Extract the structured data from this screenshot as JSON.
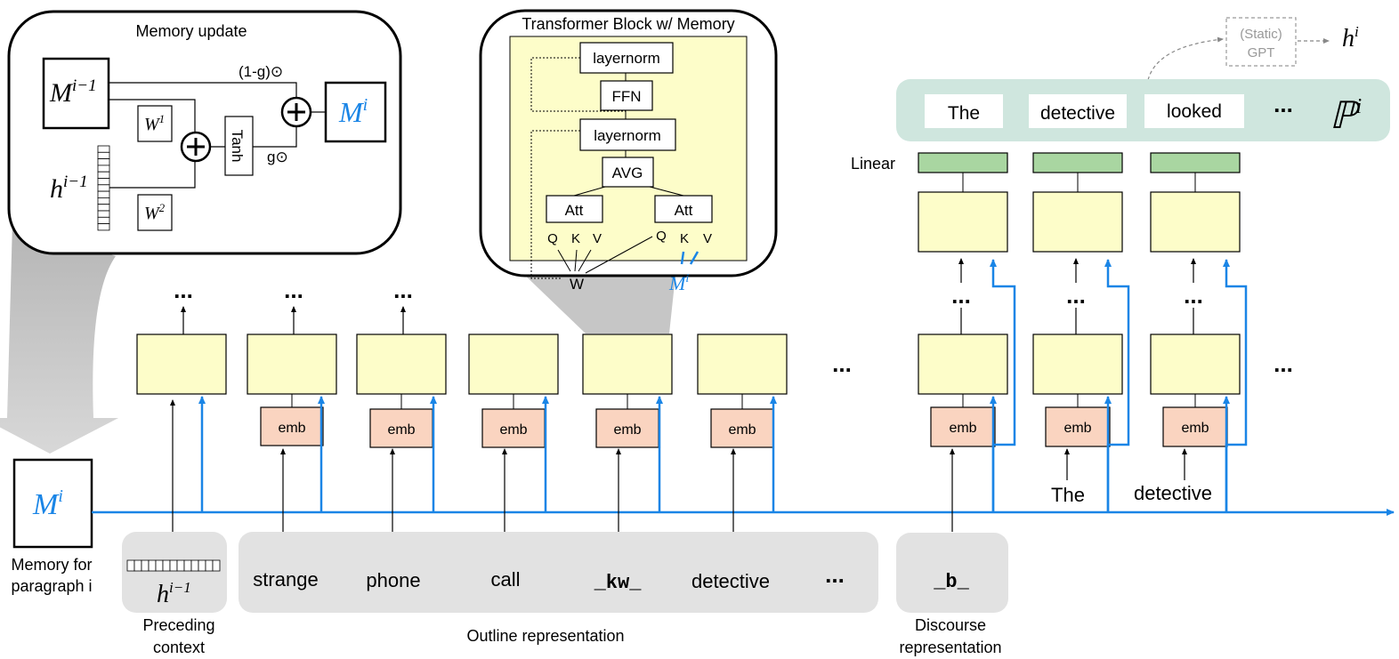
{
  "colors": {
    "blue": "#1a85e6",
    "block_fill": "#fdfdc9",
    "emb_fill": "#fad4c0",
    "linear_fill": "#a9d6a1",
    "output_band": "#cfe6de",
    "gray_band": "#e2e2e2",
    "callout_shadow": "#c4c4c4"
  },
  "memory_update": {
    "title": "Memory update",
    "M_prev": "M",
    "M_prev_sup": "i−1",
    "W1": "W",
    "W1_sup": "1",
    "W2": "W",
    "W2_sup": "2",
    "h_prev": "h",
    "h_prev_sup": "i−1",
    "tanh": "Tanh",
    "one_minus_g": "(1-g)⊙",
    "g": "g⊙",
    "M_new": "M",
    "M_new_sup": "i"
  },
  "transformer_block": {
    "title": "Transformer Block w/  Memory",
    "layernorm_top": "layernorm",
    "ffn": "FFN",
    "layernorm_bottom": "layernorm",
    "avg": "AVG",
    "att_left": "Att",
    "att_right": "Att",
    "qkv_left": [
      "Q",
      "K",
      "V"
    ],
    "qkv_right": [
      "Q",
      "K",
      "V"
    ],
    "w": "W",
    "mem": "M",
    "mem_sup": "i"
  },
  "output": {
    "static_gpt_line1": "(Static)",
    "static_gpt_line2": "GPT",
    "h_out": "h",
    "h_out_sup": "i",
    "tokens": [
      "The",
      "detective",
      "looked"
    ],
    "ellipsis": "...",
    "prob": "ℙ",
    "prob_sup": "i",
    "linear_label": "Linear"
  },
  "memory_box": {
    "symbol": "M",
    "sup": "i",
    "caption_line1": "Memory for",
    "caption_line2": "paragraph i"
  },
  "columns": {
    "emb_label": "emb",
    "top_ellipsis": "...",
    "middle_ellipsis": "...",
    "right_ellipsis": "..."
  },
  "inputs": {
    "h_prev": "h",
    "h_prev_sup": "i−1",
    "outline_words": [
      "strange",
      "phone",
      "call",
      "_kw_",
      "detective"
    ],
    "outline_ellipsis": "...",
    "discourse_token": "_b_",
    "decoder_inputs": [
      "The",
      "detective"
    ]
  },
  "group_labels": {
    "preceding_line1": "Preceding",
    "preceding_line2": "context",
    "outline": "Outline  representation",
    "discourse_line1": "Discourse",
    "discourse_line2": "representation"
  }
}
